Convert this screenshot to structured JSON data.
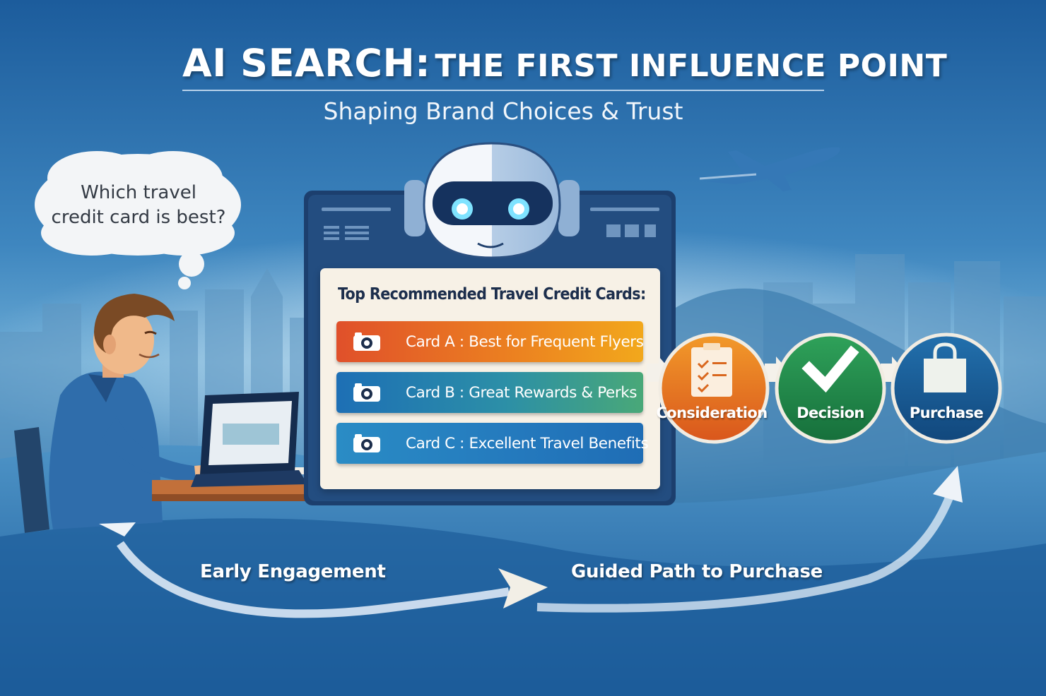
{
  "title": {
    "main": "AI SEARCH:",
    "rest": "THE FIRST INFLUENCE POINT",
    "subtitle": "Shaping Brand Choices & Trust"
  },
  "thought_bubble": {
    "line1": "Which travel",
    "line2": "credit card is best?"
  },
  "recommendations": {
    "heading": "Top Recommended Travel Credit Cards:",
    "cards": [
      {
        "label": "Card A : Best for Frequent Flyers",
        "icon": "camera-icon",
        "color": "#e8622a"
      },
      {
        "label": "Card B : Great Rewards & Perks",
        "icon": "camera-icon",
        "color": "#2a86aa"
      },
      {
        "label": "Card C : Excellent Travel Benefits",
        "icon": "camera-icon",
        "color": "#2580c0"
      }
    ]
  },
  "funnel": {
    "stages": [
      {
        "label": "Consideration",
        "icon": "checklist-icon",
        "color": "#e8751e"
      },
      {
        "label": "Decision",
        "icon": "checkmark-icon",
        "color": "#1f8a4a"
      },
      {
        "label": "Purchase",
        "icon": "shopping-bag-icon",
        "color": "#17578f"
      }
    ]
  },
  "journey": {
    "start_label": "Early Engagement",
    "end_label": "Guided Path to Purchase"
  }
}
